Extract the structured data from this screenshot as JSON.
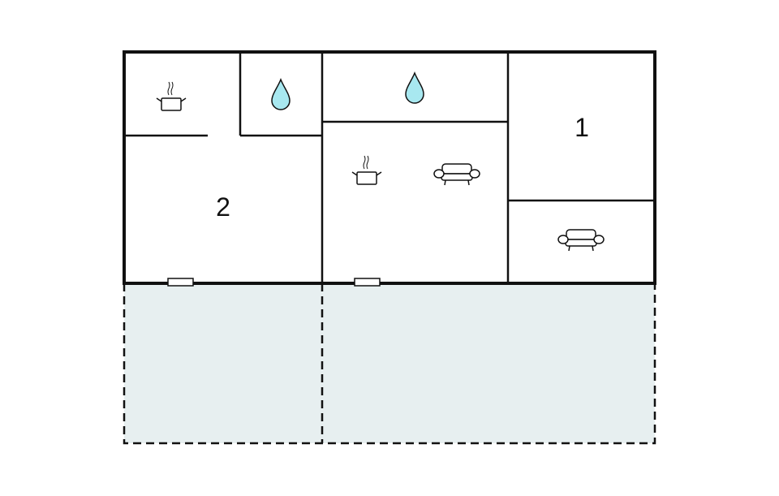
{
  "floorplan": {
    "rooms": [
      {
        "id": "kitchen-1",
        "icon": "cooking-pot-icon"
      },
      {
        "id": "bathroom-1",
        "icon": "water-drop-icon"
      },
      {
        "id": "bedroom-2",
        "label": "2"
      },
      {
        "id": "bathroom-2",
        "icon": "water-drop-icon"
      },
      {
        "id": "kitchen-living",
        "icons": [
          "cooking-pot-icon",
          "sofa-icon"
        ]
      },
      {
        "id": "bedroom-1",
        "label": "1"
      },
      {
        "id": "living-room",
        "icon": "sofa-icon"
      }
    ],
    "bedroom_labels": {
      "room_2": "2",
      "room_1": "1"
    },
    "terrace": {
      "areas": 2,
      "style": "dashed-outline"
    },
    "colors": {
      "wall": "#111111",
      "water_drop": "#a8e8f0",
      "terrace_fill": "#e7eff0",
      "background": "#ffffff"
    }
  }
}
